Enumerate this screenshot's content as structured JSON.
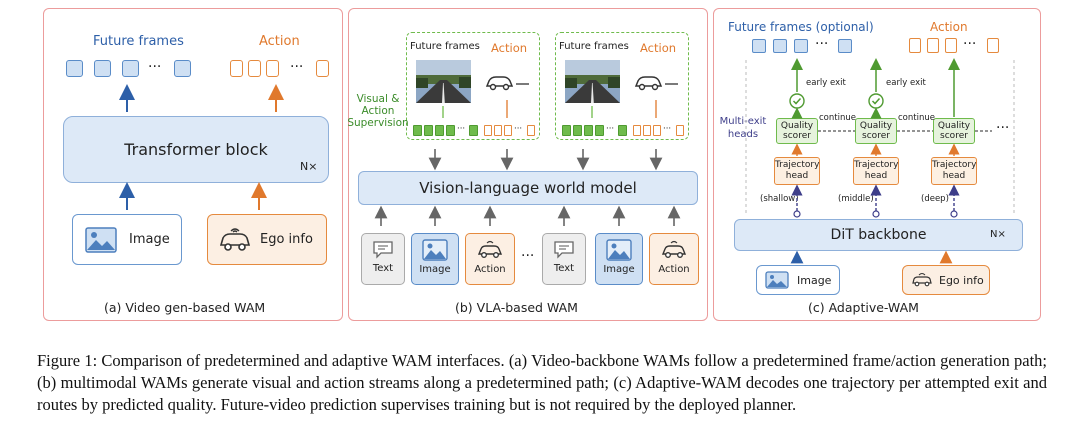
{
  "panel_a": {
    "future_frames": "Future frames",
    "action": "Action",
    "dots": "···",
    "block": "Transformer block",
    "repeat": "N×",
    "image": "Image",
    "ego": "Ego info",
    "caption": "(a)  Video gen-based WAM"
  },
  "panel_b": {
    "future_frames": "Future frames",
    "action": "Action",
    "supervision": "Visual &\nAction\nSupervision",
    "model": "Vision-language world model",
    "inputs": [
      "Text",
      "Image",
      "Action",
      "Text",
      "Image",
      "Action"
    ],
    "dots": "···",
    "caption": "(b)  VLA-based WAM"
  },
  "panel_c": {
    "future_frames": "Future frames (optional)",
    "action": "Action",
    "early_exit_1": "early exit",
    "early_exit_2": "early exit",
    "multi_exit": "Multi-exit\nheads",
    "continue_1": "continue",
    "continue_2": "continue",
    "quality": "Quality\nscorer",
    "trajectory": "Trajectory\nhead",
    "depths": [
      "(shallow)",
      "(middle)",
      "(deep)"
    ],
    "backbone": "DiT backbone",
    "repeat": "N×",
    "image": "Image",
    "ego": "Ego info",
    "dots": "···",
    "caption": "(c)  Adaptive-WAM"
  },
  "figure_caption": "Figure 1: Comparison of predetermined and adaptive WAM interfaces. (a) Video-backbone WAMs follow a predetermined frame/action generation path; (b) multimodal WAMs generate visual and action streams along a predetermined path; (c) Adaptive-WAM decodes one trajectory per attempted exit and routes by predicted quality. Future-video prediction supervises training but is not required by the deployed planner.",
  "colors": {
    "blue": "#2d5fa8",
    "orange": "#e0792d",
    "green": "#3b8c2a",
    "panel_border": "#ec9c9c"
  }
}
